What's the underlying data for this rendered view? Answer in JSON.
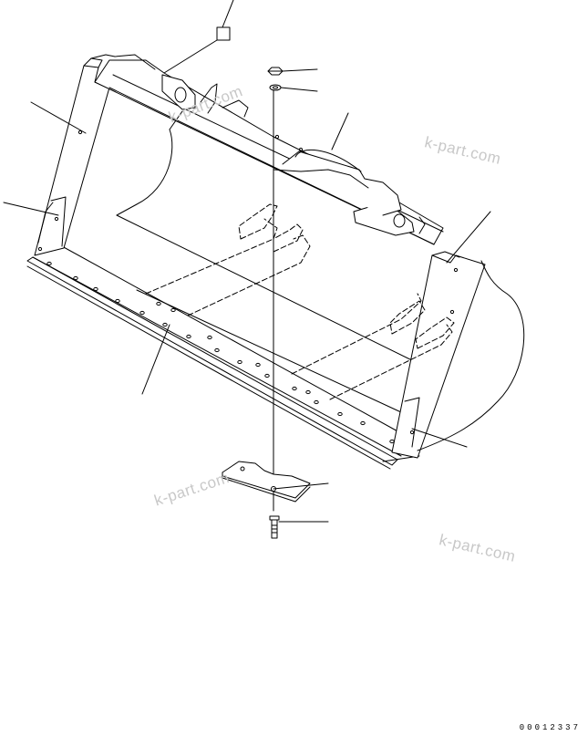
{
  "watermarks": [
    {
      "text": "k-part.com"
    },
    {
      "text": "k-part.com"
    },
    {
      "text": "k-part.com"
    },
    {
      "text": "k-part.com"
    }
  ],
  "drawing_number": "00012337",
  "colors": {
    "line": "#000000",
    "watermark": "#c8c8c8",
    "background": "#ffffff"
  }
}
